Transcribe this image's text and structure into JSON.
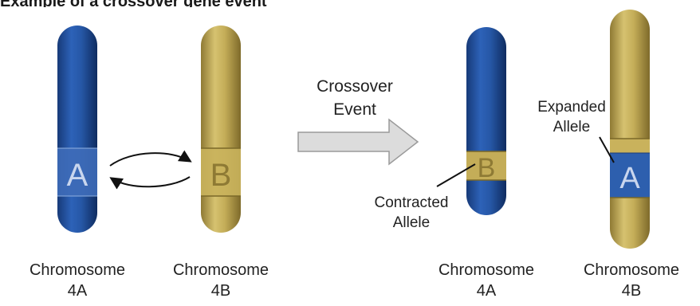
{
  "header": {
    "cropped_title": "Example of a crossover gene event"
  },
  "arrow": {
    "label_line1": "Crossover",
    "label_line2": "Event"
  },
  "left": {
    "chromosome_a": {
      "name": "Chromosome",
      "id": "4A",
      "allele": "A",
      "color": "#1f4e9c"
    },
    "chromosome_b": {
      "name": "Chromosome",
      "id": "4B",
      "allele": "B",
      "color": "#b8a04c"
    }
  },
  "right": {
    "chromosome_a": {
      "name": "Chromosome",
      "id": "4A",
      "allele": "B",
      "color": "#1f4e9c"
    },
    "chromosome_b": {
      "name": "Chromosome",
      "id": "4B",
      "allele": "A",
      "color": "#b8a04c"
    },
    "contracted_label": {
      "line1": "Contracted",
      "line2": "Allele"
    },
    "expanded_label": {
      "line1": "Expanded",
      "line2": "Allele"
    }
  }
}
